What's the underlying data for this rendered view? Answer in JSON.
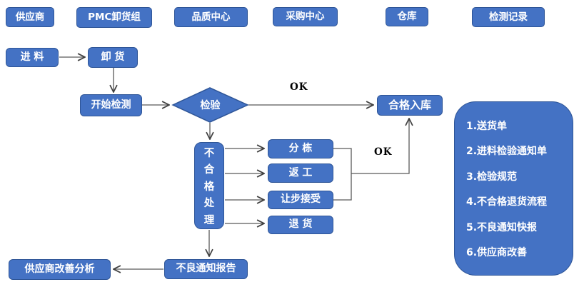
{
  "colors": {
    "node_fill": "#4472C4",
    "node_border": "#2E5597",
    "node_text": "#FFFFFF",
    "arrow": "#404040",
    "background": "#FFFFFF"
  },
  "lanes": [
    {
      "label": "供应商"
    },
    {
      "label": "PMC卸货组"
    },
    {
      "label": "品质中心"
    },
    {
      "label": "采购中心"
    },
    {
      "label": "仓库"
    },
    {
      "label": "检测记录"
    }
  ],
  "nodes": {
    "incoming_material": "进 料",
    "unload": "卸 货",
    "start_inspection": "开始检测",
    "inspect_decision": "检验",
    "qualified_storage": "合格入库",
    "nonconforming_handling": "不合格处理",
    "sorting": "分 栋",
    "rework": "返 工",
    "concession_accept": "让步接受",
    "return_goods": "退 货",
    "defect_notice_report": "不良通知报告",
    "supplier_improvement_analysis": "供应商改善分析"
  },
  "labels": {
    "ok_top": "OK",
    "ok_mid": "OK"
  },
  "documents": {
    "items": [
      {
        "label": "1.送货单"
      },
      {
        "label": "2.进料检验通知单"
      },
      {
        "label": "3.检验规范"
      },
      {
        "label": "4.不合格退货流程"
      },
      {
        "label": "5.不良通知快报"
      },
      {
        "label": "6.供应商改善"
      }
    ]
  }
}
